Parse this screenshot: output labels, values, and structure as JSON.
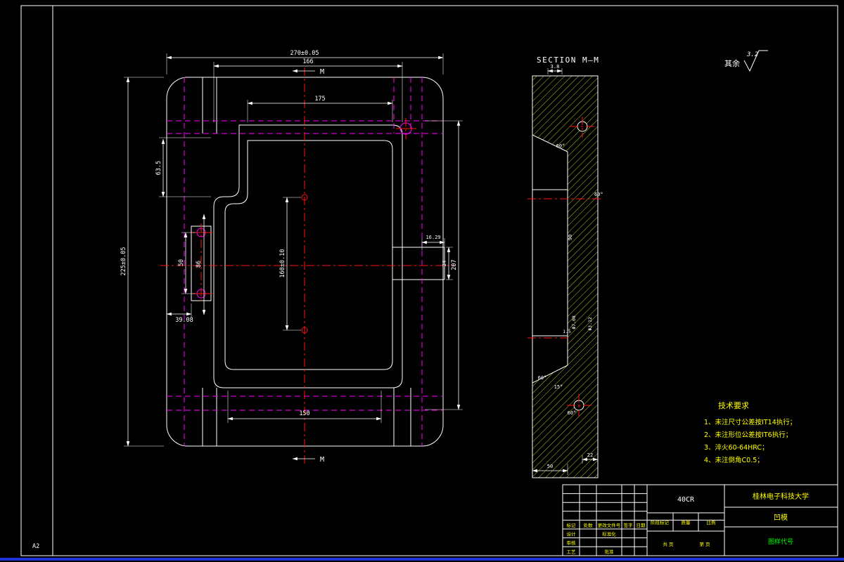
{
  "colors": {
    "background": "#000000",
    "visible_line": "#ffffff",
    "hidden_line": "#ff00ff",
    "center_line": "#ff1414",
    "hatch": "#b7c32b",
    "notes": "#ffff00",
    "drawing_code": "#00ff00",
    "bottom_bar": "#2233dd"
  },
  "sheet": {
    "format": "A2"
  },
  "plan": {
    "section_mark": "M",
    "dims": {
      "overall_width": "270±0.05",
      "inner_width": "166",
      "top_width": "175",
      "overall_height": "225±0.05",
      "step_height": "63.5",
      "slot_span": "86",
      "hole_spacing": "50",
      "slot_offset": "39.08",
      "center_span": "160±0.10",
      "notch_width": "16.29",
      "notch_height": "24",
      "right_height": "207",
      "bottom_width": "150"
    }
  },
  "section": {
    "title": "SECTION  M—M",
    "dims": {
      "wall": "3.8",
      "angle_top": "60°",
      "angle_mid": "60°",
      "depth": "90",
      "dia_large": "Φ7.08",
      "dia_small": "Φ3.12",
      "step": "1.5",
      "angle_low": "60°",
      "angle_draft": "15°",
      "angle_bottom": "60°",
      "base_width": "50",
      "base_step": "22"
    }
  },
  "finish": {
    "prefix": "其余",
    "roughness": "3.2"
  },
  "tech_req": {
    "title": "技术要求",
    "items": [
      "1、未注尺寸公差按IT14执行；",
      "2、未注形位公差按IT6执行；",
      "3、淬火60-64HRC；",
      "4、未注倒角C0.5；"
    ]
  },
  "title_block": {
    "material": "40CR",
    "institution": "桂林电子科技大学",
    "part_name": "凹模",
    "drawing_no": "图样代号",
    "labels": {
      "mark": "标记",
      "count": "处数",
      "change_doc": "更改文件号",
      "sign": "签字",
      "date": "日期",
      "design": "设计",
      "standardize": "标准化",
      "check": "审核",
      "process": "工艺",
      "approve": "批准",
      "stage": "阶段标记",
      "weight": "质量",
      "scale": "比例",
      "sheet_total": "共  页",
      "sheet_no": "第  页"
    }
  }
}
